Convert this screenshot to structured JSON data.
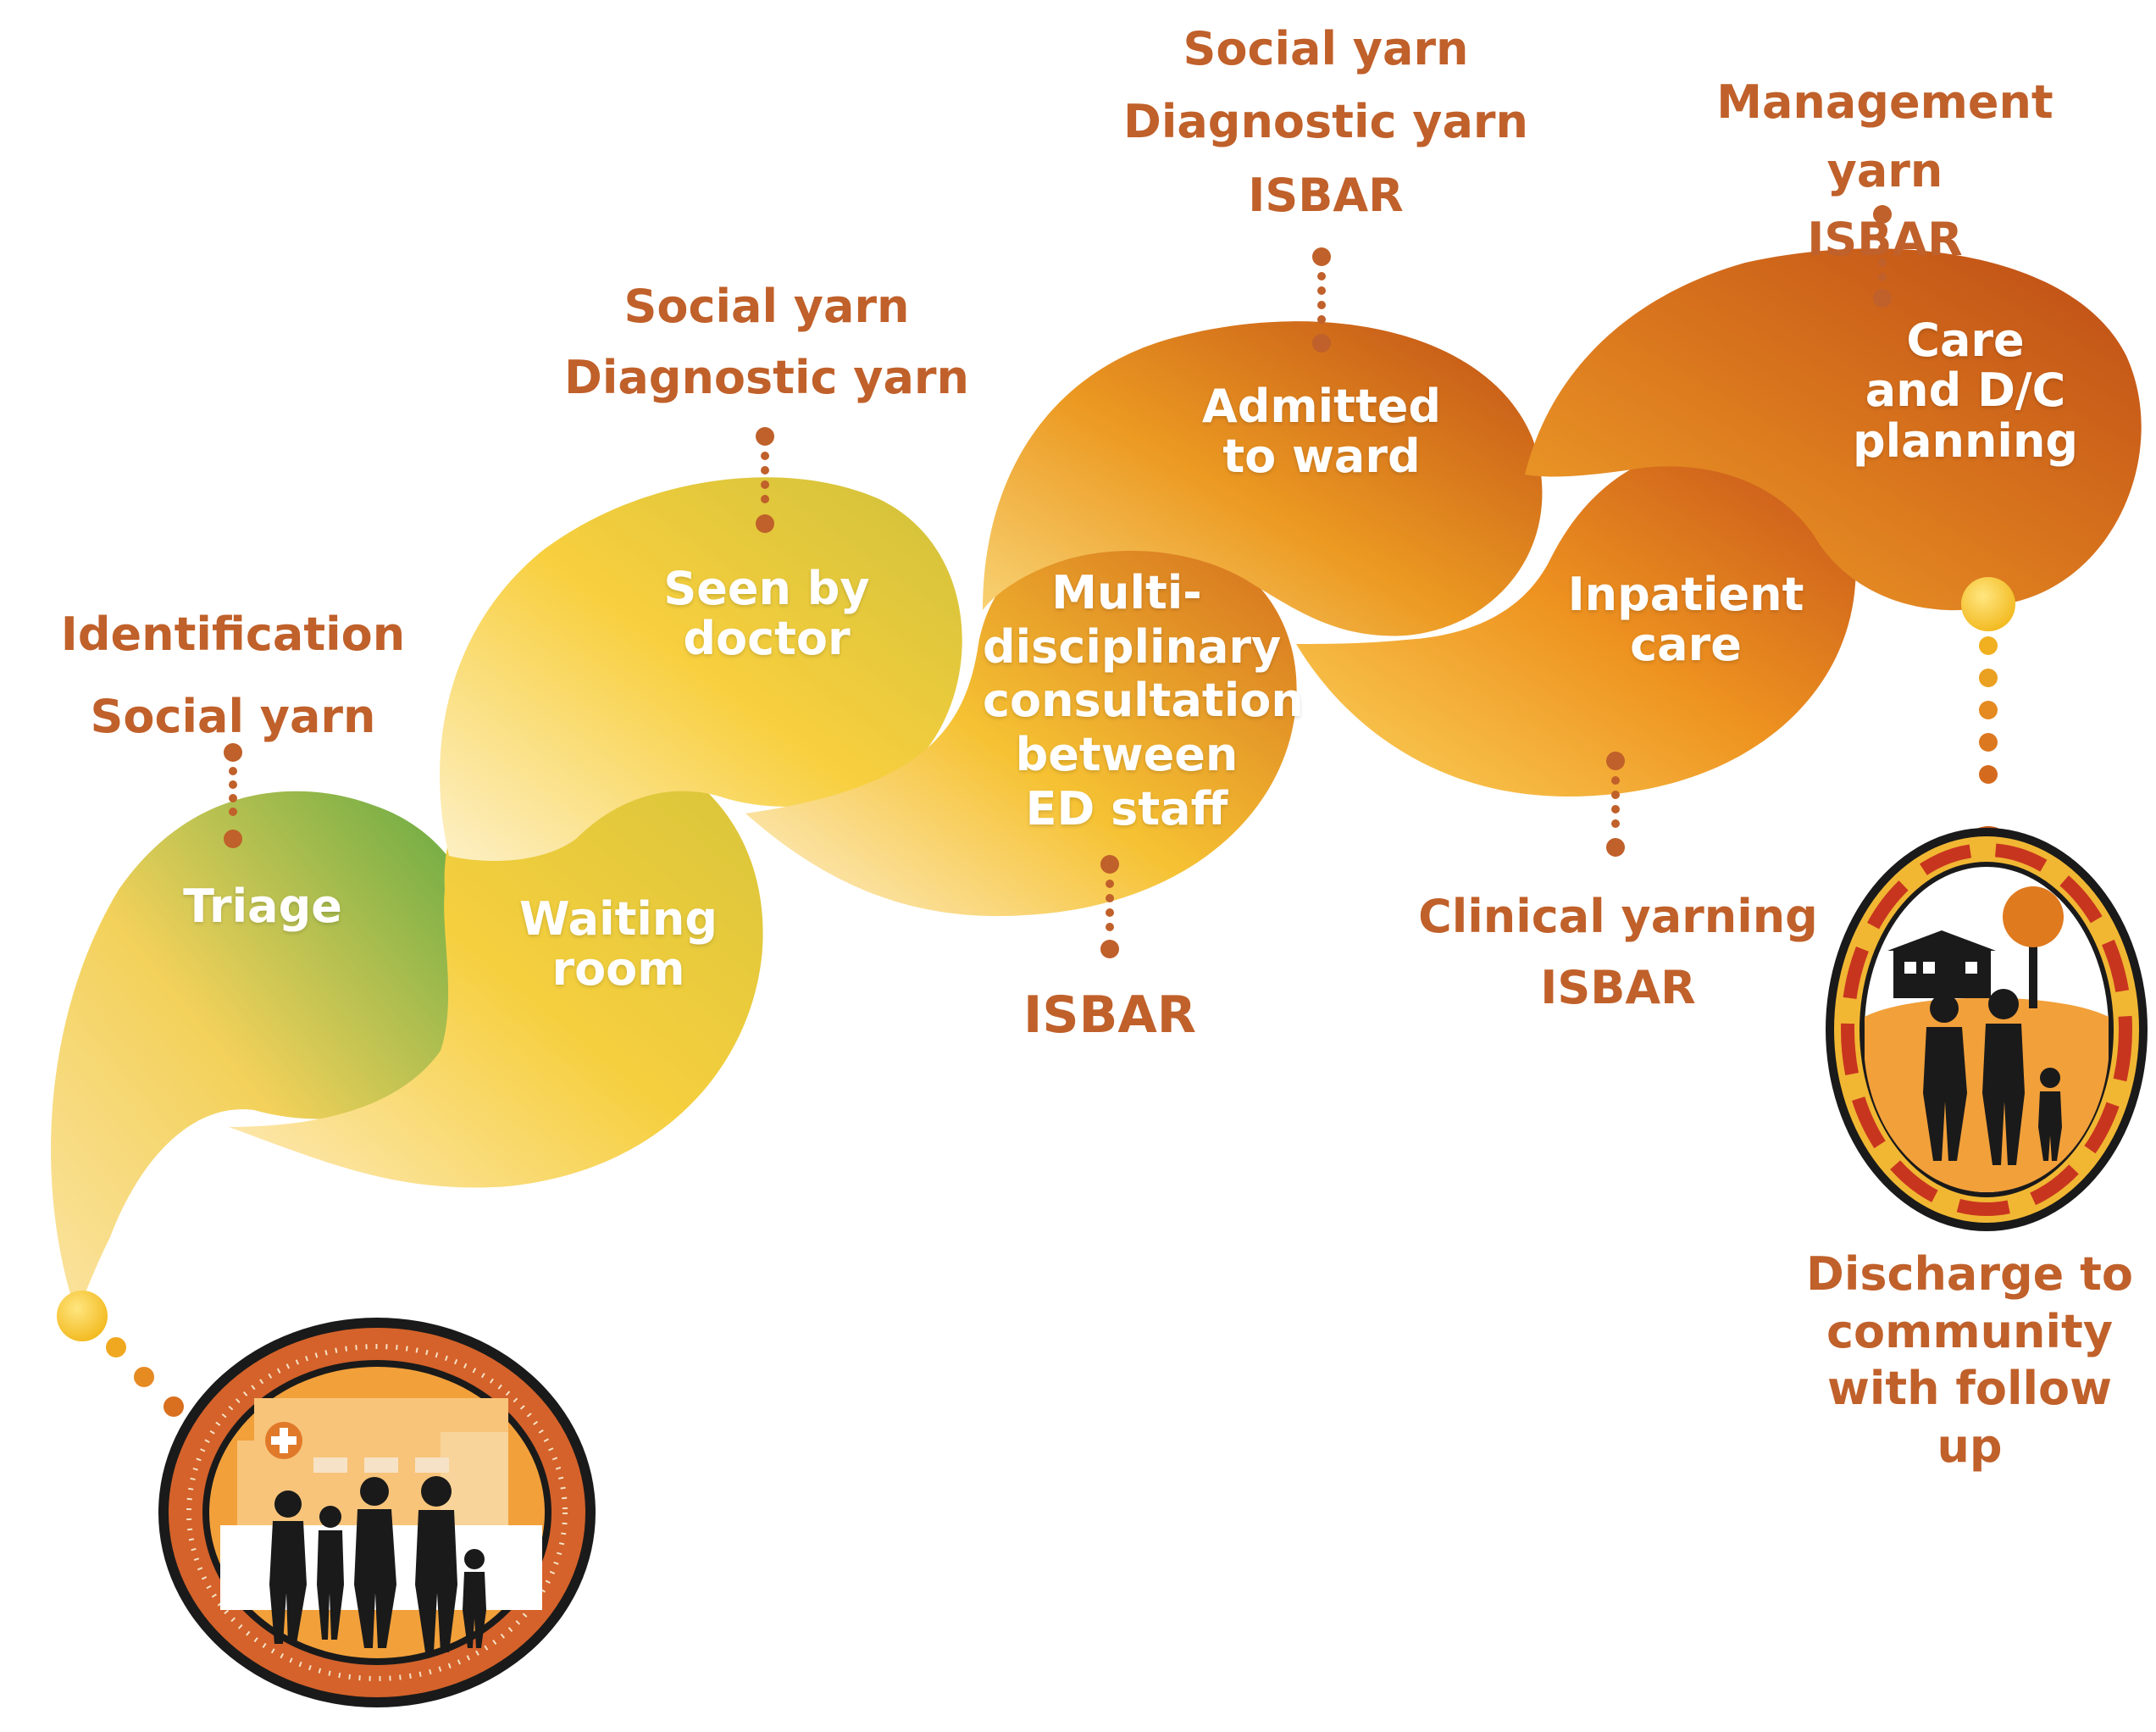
{
  "stages": [
    {
      "id": "triage",
      "lines": [
        "Triage"
      ]
    },
    {
      "id": "waiting-room",
      "lines": [
        "Waiting",
        "room"
      ]
    },
    {
      "id": "seen-by-doctor",
      "lines": [
        "Seen by",
        "doctor"
      ]
    },
    {
      "id": "multidisciplinary-consultation",
      "lines": [
        "Multi-",
        "disciplinary",
        "consultation",
        "between",
        "ED staff"
      ]
    },
    {
      "id": "admitted-to-ward",
      "lines": [
        "Admitted",
        "to ward"
      ]
    },
    {
      "id": "inpatient-care",
      "lines": [
        "Inpatient",
        "care"
      ]
    },
    {
      "id": "care-and-dc-planning",
      "lines": [
        "Care",
        "and D/C",
        "planning"
      ]
    }
  ],
  "annotations": [
    {
      "id": "triage",
      "lines": [
        "Identification",
        "Social yarn"
      ]
    },
    {
      "id": "seen-by-doctor",
      "lines": [
        "Social yarn",
        "Diagnostic yarn"
      ]
    },
    {
      "id": "multidisciplinary",
      "lines": [
        "ISBAR"
      ]
    },
    {
      "id": "admitted-to-ward",
      "lines": [
        "Social yarn",
        "Diagnostic yarn",
        "ISBAR"
      ]
    },
    {
      "id": "inpatient-care",
      "lines": [
        "Clinical yarning",
        "ISBAR"
      ]
    },
    {
      "id": "care-planning",
      "lines": [
        "Management yarn",
        "ISBAR"
      ]
    }
  ],
  "discharge": {
    "lines": [
      "Discharge to",
      "community",
      "with follow",
      "up"
    ]
  },
  "colors": {
    "accent": "#c0602a",
    "green": "#6aaa45",
    "yellow": "#f4c430",
    "orange": "#e48a1f",
    "dark_orange": "#c5551a",
    "emblem_bg": "#f2a03a"
  },
  "icons": [
    "hospital-family-emblem",
    "home-family-emblem"
  ]
}
